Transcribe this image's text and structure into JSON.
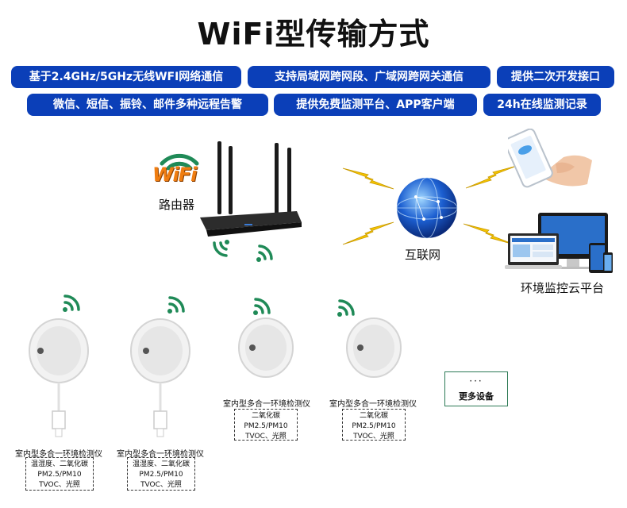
{
  "title": "WiFi型传输方式",
  "features": [
    "基于2.4GHz/5GHz无线WFI网络通信",
    "支持局域网跨网段、广域网跨网关通信",
    "提供二次开发接口",
    "微信、短信、振铃、邮件多种远程告警",
    "提供免费监测平台、APP客户端",
    "24h在线监测记录"
  ],
  "router": {
    "logo": "WiFi",
    "label": "路由器"
  },
  "internet": {
    "label": "互联网"
  },
  "platform": {
    "label": "环境监控云平台"
  },
  "devices": [
    {
      "name": "室内型多合一环境检测仪",
      "params": [
        "温湿度、二氧化碳",
        "PM2.5/PM10",
        "TVOC、光照"
      ]
    },
    {
      "name": "室内型多合一环境检测仪",
      "params": [
        "温湿度、二氧化碳",
        "PM2.5/PM10",
        "TVOC、光照"
      ]
    },
    {
      "name": "室内型多合一环境检测仪",
      "params": [
        "二氧化碳",
        "PM2.5/PM10",
        "TVOC、光照"
      ]
    },
    {
      "name": "室内型多合一环境检测仪",
      "params": [
        "二氧化碳",
        "PM2.5/PM10",
        "TVOC、光照"
      ]
    }
  ],
  "more": {
    "dots": "···",
    "label": "更多设备"
  },
  "colors": {
    "pill": "#0b3fb8",
    "wifi_green": "#1f8a57",
    "bolt": "#f5c400",
    "globe": "#1c5fd1"
  },
  "icons": [
    "wifi-icon",
    "router-icon",
    "lightning-icon",
    "globe-icon",
    "phone-icon",
    "monitor-icon",
    "sensor-icon"
  ]
}
